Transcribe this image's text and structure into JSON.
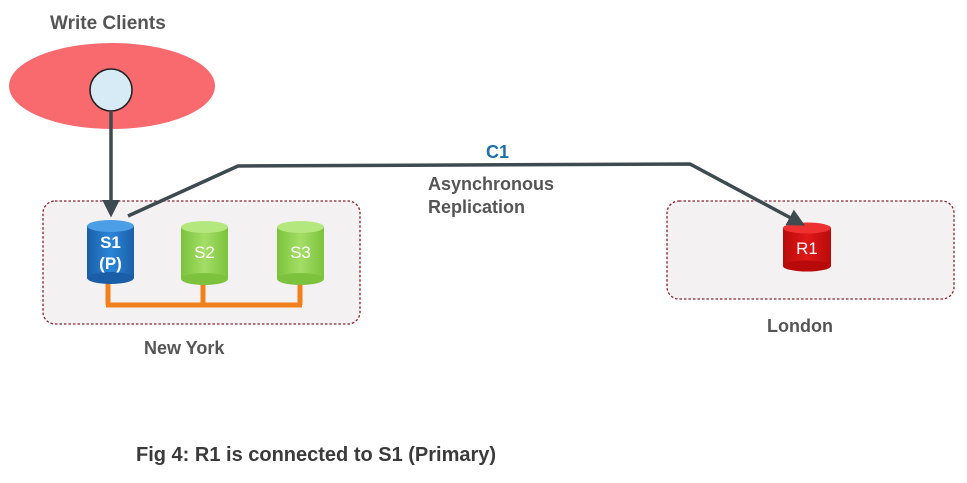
{
  "clients": {
    "label": "Write Clients"
  },
  "datacenters": [
    {
      "id": "new-york",
      "label": "New York"
    },
    {
      "id": "london",
      "label": "London"
    }
  ],
  "servers": [
    {
      "id": "s1",
      "line1": "S1",
      "line2": "(P)",
      "color": "#1f6fc0"
    },
    {
      "id": "s2",
      "line1": "S2",
      "line2": "",
      "color": "#8cd04c"
    },
    {
      "id": "s3",
      "line1": "S3",
      "line2": "",
      "color": "#8cd04c"
    },
    {
      "id": "r1",
      "line1": "R1",
      "line2": "",
      "color": "#d01010"
    }
  ],
  "connection": {
    "name": "C1",
    "line1": "Asynchronous",
    "line2": "Replication"
  },
  "caption": "Fig 4: R1 is connected to S1 (Primary)",
  "colors": {
    "client_cloud": "#f96a6f",
    "client_node": "#d7ebf7",
    "arrow": "#3d4a4f",
    "lan_link": "#f07f1c",
    "region_border": "#8a2030",
    "connection_label": "#1f6fa8"
  }
}
